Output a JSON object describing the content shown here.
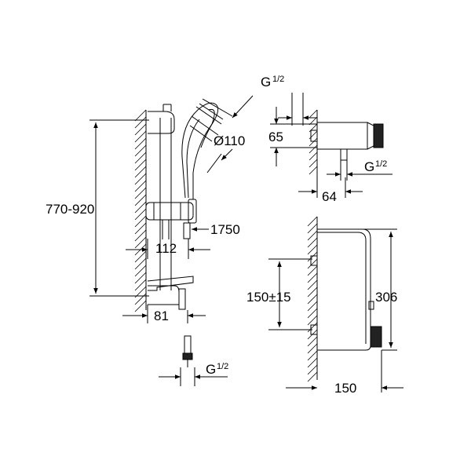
{
  "labels": {
    "height_range": "770-920",
    "hose_length": "1750",
    "slider_width": "112",
    "wall_offset": "81",
    "head_diameter": "Ø110",
    "thread_top": "G",
    "thread_top_frac": "1/2",
    "thread_side": "G",
    "thread_side_frac": "1/2",
    "thread_bottom": "G",
    "thread_bottom_frac": "1/2",
    "valve_height": "65",
    "valve_depth": "64",
    "centers": "150±15",
    "body_height": "306",
    "body_depth": "150"
  }
}
